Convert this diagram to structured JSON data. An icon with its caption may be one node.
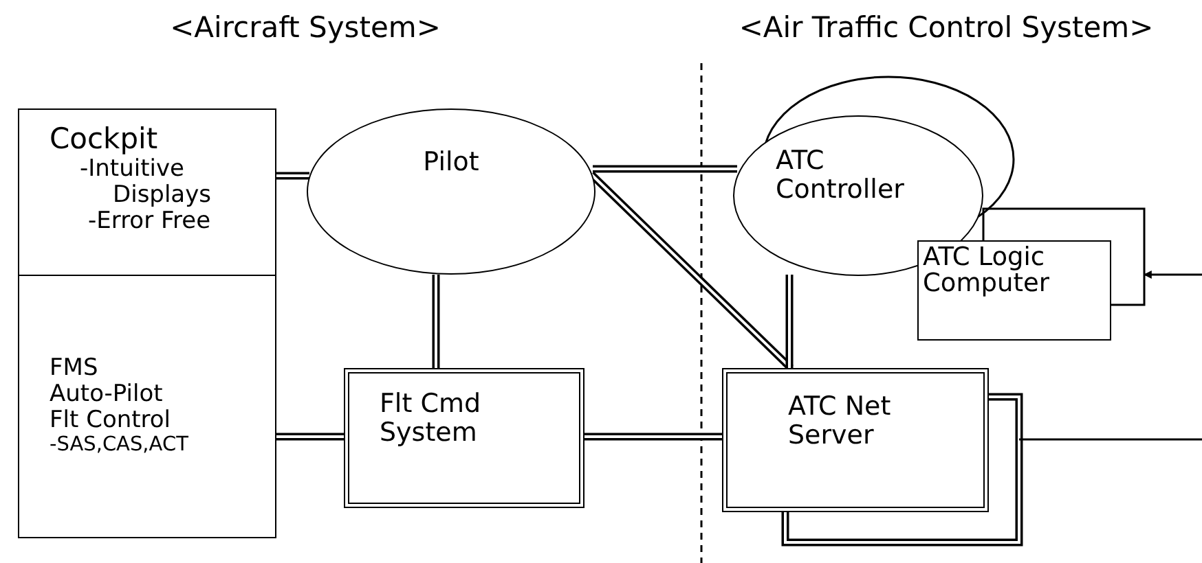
{
  "diagram": {
    "nodes": [
      {
        "text": [
          "Cockpit",
          "-Intuitive Displays",
          "-Error Free"
        ]
      },
      {
        "text": [
          "FMS",
          "Auto-Pilot",
          "Flt Control",
          "-SAS,CAS,ACT"
        ]
      },
      {
        "text": [
          "Pilot"
        ]
      },
      {
        "text": [
          "Flt Cmd System"
        ]
      },
      {
        "text": [
          "ATC Controller"
        ]
      },
      {
        "text": [
          "ATC Logic Computer"
        ]
      },
      {
        "text": [
          "ATC Net Server"
        ]
      }
    ],
    "edges": [
      {
        "from": 0,
        "to": 2,
        "arrow": "none"
      },
      {
        "from": 1,
        "to": 3,
        "arrow": "none"
      },
      {
        "from": 2,
        "to": 3,
        "arrow": "none"
      },
      {
        "from": 2,
        "to": 4,
        "arrow": "none"
      },
      {
        "from": 2,
        "to": 6,
        "arrow": "to"
      },
      {
        "from": 3,
        "to": 6,
        "arrow": "none"
      },
      {
        "from": 4,
        "to": 6,
        "arrow": "none"
      },
      {
        "from": null,
        "to": 5,
        "arrow": "to"
      },
      {
        "from": null,
        "to": 6,
        "arrow": "none"
      }
    ],
    "labels": [
      "<Aircraft System>",
      "<Air Traffic Control System>"
    ]
  }
}
